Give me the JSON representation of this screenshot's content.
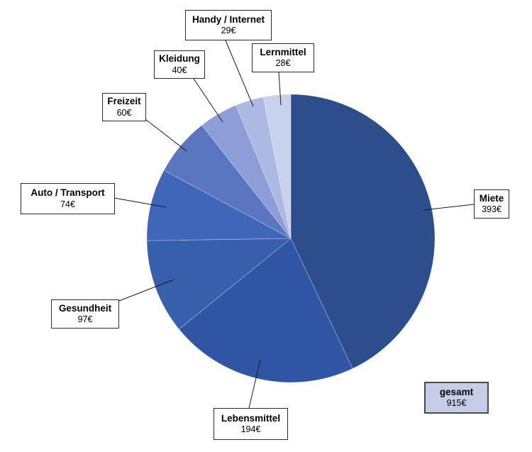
{
  "chart_data": {
    "type": "pie",
    "title": "",
    "unit": "€",
    "direction": "clockwise",
    "start_angle_deg": 0,
    "legend_position": "none",
    "background": "#FFFFFF",
    "categories": [
      "Miete",
      "Lebensmittel",
      "Gesundheit",
      "Auto / Transport",
      "Freizeit",
      "Kleidung",
      "Handy / Internet",
      "Lernmittel"
    ],
    "values": [
      393,
      194,
      97,
      74,
      60,
      40,
      29,
      28
    ],
    "slices": [
      {
        "label": "Miete",
        "value": 393,
        "display": "393€",
        "color": "#2E4D8C"
      },
      {
        "label": "Lebensmittel",
        "value": 194,
        "display": "194€",
        "color": "#2F55A4"
      },
      {
        "label": "Gesundheit",
        "value": 97,
        "display": "97€",
        "color": "#385FAC"
      },
      {
        "label": "Auto / Transport",
        "value": 74,
        "display": "74€",
        "color": "#3F66B9"
      },
      {
        "label": "Freizeit",
        "value": 60,
        "display": "60€",
        "color": "#5B76C1"
      },
      {
        "label": "Kleidung",
        "value": 40,
        "display": "40€",
        "color": "#8C9ED5"
      },
      {
        "label": "Handy / Internet",
        "value": 29,
        "display": "29€",
        "color": "#ACB9E2"
      },
      {
        "label": "Lernmittel",
        "value": 28,
        "display": "28€",
        "color": "#C9D2EC"
      }
    ],
    "total": {
      "label": "gesamt",
      "value": 915,
      "display": "915€",
      "box_color": "#C5CDE9"
    },
    "leader_line_color": "#1a1a1a",
    "label_box_border_color": "#2b2b2b"
  }
}
